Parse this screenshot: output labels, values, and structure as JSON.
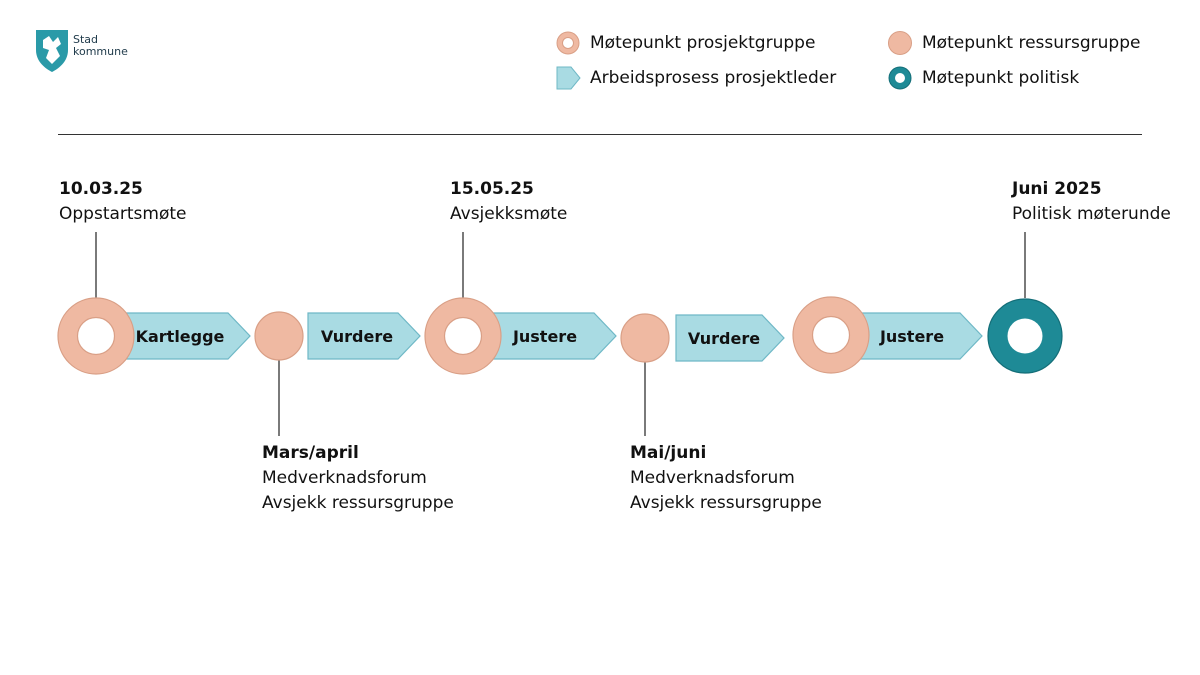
{
  "header": {
    "logo_text_line1": "Stad",
    "logo_text_line2": "kommune"
  },
  "legend": {
    "prosjektgruppe": "Møtepunkt prosjektgruppe",
    "ressursgruppe": "Møtepunkt ressursgruppe",
    "prosjektleder": "Arbeidsprosess prosjektleder",
    "politisk": "Møtepunkt politisk"
  },
  "colors": {
    "salmon": "#EFB9A2",
    "salmon_stroke": "#D99F86",
    "light_blue": "#A9DBE3",
    "blue_stroke": "#6FB8C6",
    "teal": "#1E8A96",
    "teal_stroke": "#146E78"
  },
  "timeline": {
    "arrows": [
      "Kartlegge",
      "Vurdere",
      "Justere",
      "Vurdere",
      "Justere"
    ],
    "top_labels": [
      {
        "date": "10.03.25",
        "text": "Oppstartsmøte"
      },
      {
        "date": "15.05.25",
        "text": "Avsjekksmøte"
      },
      {
        "date": "Juni 2025",
        "text": "Politisk møterunde"
      }
    ],
    "bottom_labels": [
      {
        "date": "Mars/april",
        "line1": "Medverknadsforum",
        "line2": "Avsjekk ressursgruppe"
      },
      {
        "date": "Mai/juni",
        "line1": "Medverknadsforum",
        "line2": "Avsjekk ressursgruppe"
      }
    ]
  }
}
